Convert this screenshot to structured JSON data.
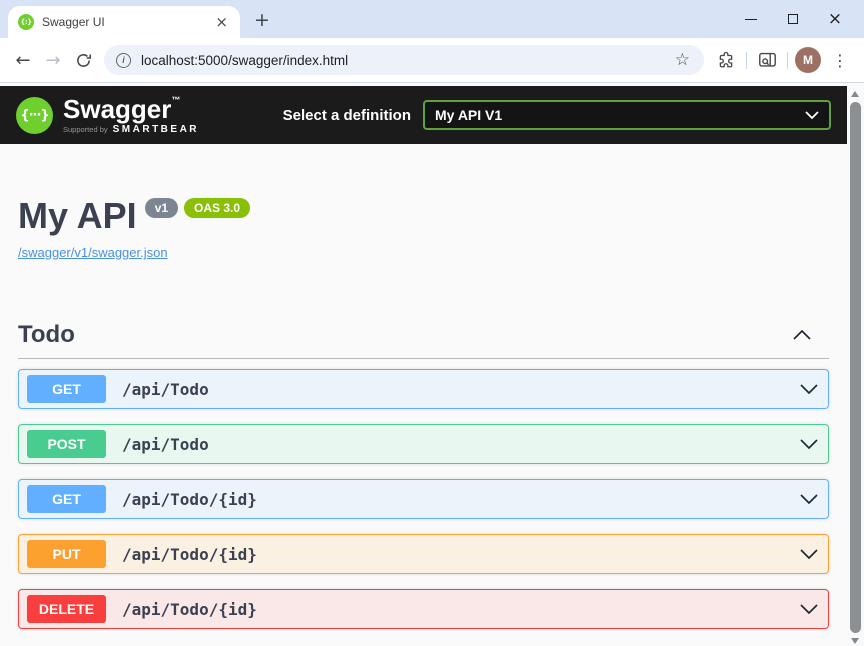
{
  "browser": {
    "tab": {
      "title": "Swagger UI"
    },
    "url": "localhost:5000/swagger/index.html",
    "profile_initial": "M",
    "icons": {
      "favicon_glyph": "{:}",
      "back": "←",
      "forward": "→",
      "star": "☆",
      "close_tab": "×",
      "new_tab": "+",
      "close_window": "×",
      "menu": "⋮",
      "info": "i"
    }
  },
  "swagger_topbar": {
    "logo_glyph": "{···}",
    "brand": "Swagger",
    "trademark": "™",
    "supported_by": "Supported by",
    "supported_brand": "SMARTBEAR",
    "select_label": "Select a definition",
    "selected_definition": "My API V1"
  },
  "api_info": {
    "title": "My API",
    "version_badge": "v1",
    "oas_badge": "OAS 3.0",
    "spec_link": "/swagger/v1/swagger.json"
  },
  "section": {
    "title": "Todo"
  },
  "operations": [
    {
      "method": "GET",
      "path": "/api/Todo",
      "color": "#61affe",
      "bg": "#ebf3fb"
    },
    {
      "method": "POST",
      "path": "/api/Todo",
      "color": "#49cc90",
      "bg": "#e8f8f0"
    },
    {
      "method": "GET",
      "path": "/api/Todo/{id}",
      "color": "#61affe",
      "bg": "#ebf3fb"
    },
    {
      "method": "PUT",
      "path": "/api/Todo/{id}",
      "color": "#fca130",
      "bg": "#faf1e3"
    },
    {
      "method": "DELETE",
      "path": "/api/Todo/{id}",
      "color": "#f93e3e",
      "bg": "#fae7e7"
    }
  ],
  "colors": {
    "topbar_bg": "#1b1b1b",
    "brand_green": "#6fcf2f",
    "select_border": "#62a03f",
    "oas_badge": "#89bf04",
    "version_badge": "#7d8492",
    "link": "#4990e2",
    "heading_text": "#3b4151"
  }
}
